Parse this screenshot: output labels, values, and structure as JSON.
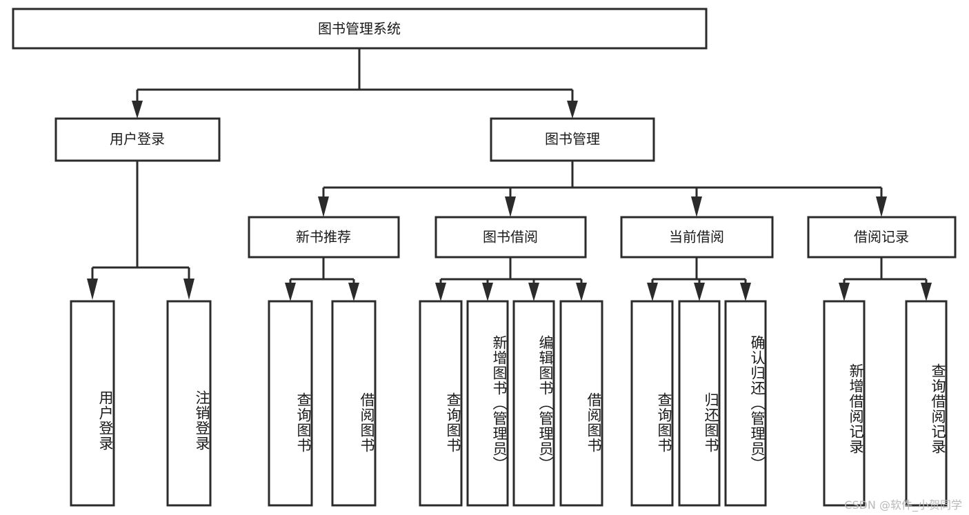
{
  "diagram": {
    "title": "图书管理系统",
    "type": "hierarchy-tree",
    "root": {
      "label": "图书管理系统"
    },
    "level2": [
      {
        "label": "用户登录"
      },
      {
        "label": "图书管理"
      }
    ],
    "level3": [
      {
        "label": "新书推荐"
      },
      {
        "label": "图书借阅"
      },
      {
        "label": "当前借阅"
      },
      {
        "label": "借阅记录"
      }
    ],
    "leaves": {
      "user_login": [
        {
          "label": "用户登录"
        },
        {
          "label": "注销登录"
        }
      ],
      "new_book_recommend": [
        {
          "label": "查询图书"
        },
        {
          "label": "借阅图书"
        }
      ],
      "book_borrow": [
        {
          "label": "查询图书"
        },
        {
          "label": "新增图书（管理员）"
        },
        {
          "label": "编辑图书（管理员）"
        },
        {
          "label": "借阅图书"
        }
      ],
      "current_borrow": [
        {
          "label": "查询图书"
        },
        {
          "label": "归还图书"
        },
        {
          "label": "确认归还（管理员）"
        }
      ],
      "borrow_record": [
        {
          "label": "新增借阅记录"
        },
        {
          "label": "查询借阅记录"
        }
      ]
    }
  },
  "watermark": {
    "text": "CSDN @软件_小贺同学"
  },
  "colors": {
    "box_stroke": "#2b2b2b",
    "box_fill": "#ffffff",
    "text": "#1a1a1a",
    "background": "#ffffff",
    "watermark": "#b9b9b9"
  }
}
